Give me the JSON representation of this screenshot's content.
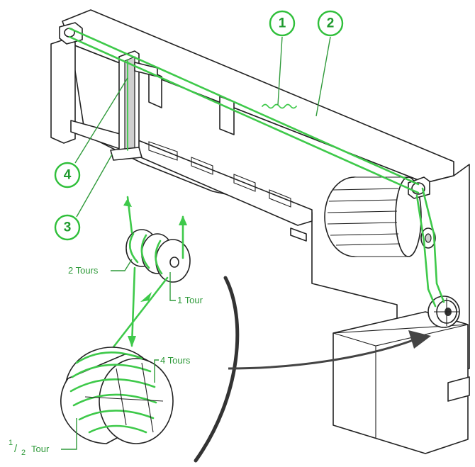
{
  "callouts": {
    "c1": "1",
    "c2": "2",
    "c3": "3",
    "c4": "4"
  },
  "annotations": {
    "two_turns": "2 Tours",
    "one_turn": "1 Tour",
    "four_turns": "4 Tours",
    "half_turn_num": "1",
    "half_turn_slash": "/",
    "half_turn_den": "2",
    "half_turn_word": "Tour"
  },
  "colors": {
    "cable": "#3ec94a",
    "label": "#2f9a3a",
    "outline": "#222222"
  }
}
